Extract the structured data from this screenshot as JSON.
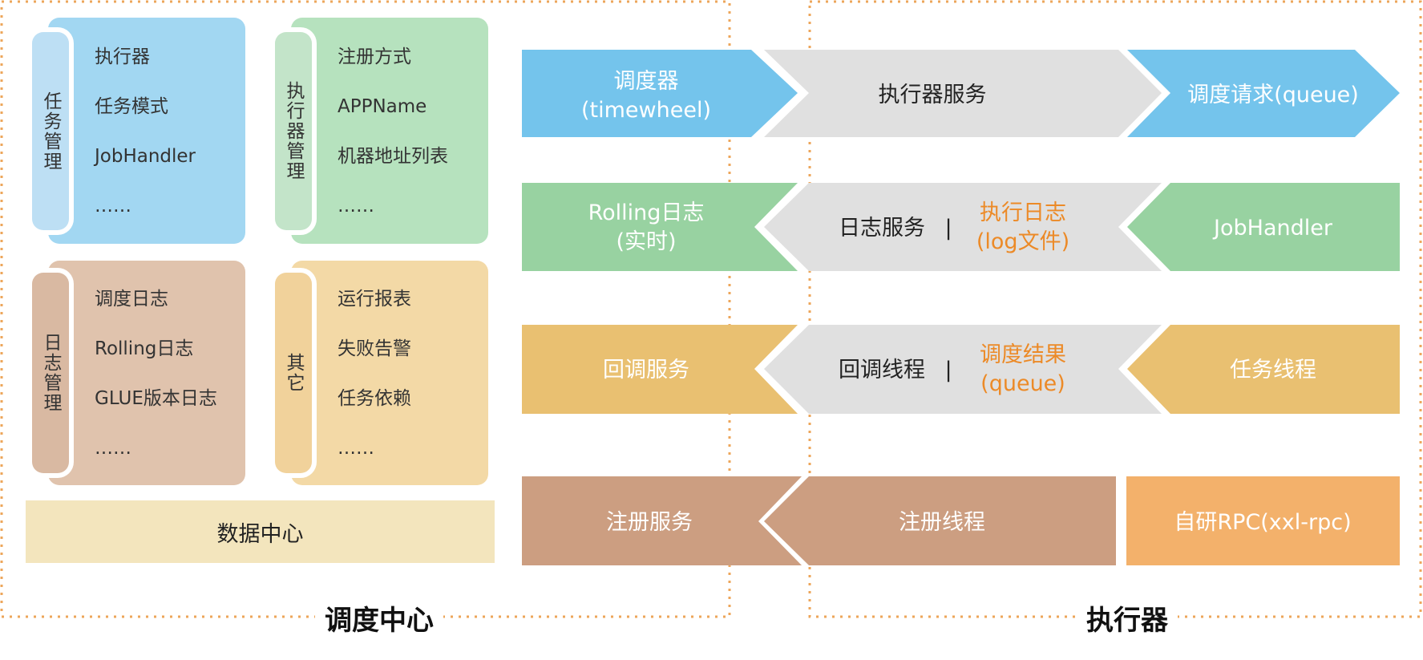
{
  "labels": {
    "scheduler_center": "调度中心",
    "executor": "执行器",
    "data_center": "数据中心"
  },
  "modules": [
    {
      "tab": "任务管理",
      "items": [
        "执行器",
        "任务模式",
        "JobHandler",
        "……"
      ],
      "card_color": "#a2d7f2",
      "tab_color": "#bddff4"
    },
    {
      "tab": "执行器管理",
      "items": [
        "注册方式",
        "APPName",
        "机器地址列表",
        "……"
      ],
      "card_color": "#b6e2be",
      "tab_color": "#c3e4c9"
    },
    {
      "tab": "日志管理",
      "items": [
        "调度日志",
        "Rolling日志",
        "GLUE版本日志",
        "……"
      ],
      "card_color": "#e0c3ad",
      "tab_color": "#d9b9a2"
    },
    {
      "tab": "其它",
      "items": [
        "运行报表",
        "失败告警",
        "任务依赖",
        "……"
      ],
      "card_color": "#f3d9a6",
      "tab_color": "#f1d29b"
    }
  ],
  "flows": {
    "row1": {
      "left_1": "调度器",
      "left_2": "(timewheel)",
      "middle": "执行器服务",
      "right": "调度请求(queue)"
    },
    "row2": {
      "left_1": "Rolling日志",
      "left_2": "(实时)",
      "middle": "日志服务",
      "middle_sep": "|",
      "middle_hl_1": "执行日志",
      "middle_hl_2": "(log文件)",
      "right": "JobHandler"
    },
    "row3": {
      "left": "回调服务",
      "middle": "回调线程",
      "middle_sep": "|",
      "middle_hl_1": "调度结果",
      "middle_hl_2": "(queue)",
      "right": "任务线程"
    },
    "row4": {
      "left": "注册服务",
      "middle": "注册线程",
      "right": "自研RPC(xxl-rpc)"
    }
  },
  "colors": {
    "blue": "#74c4ec",
    "green": "#98d2a1",
    "yellow": "#e9c071",
    "brown": "#cc9e81",
    "orange": "#f3b16b",
    "gray": "#e0e0e0",
    "highlight_text": "#ec8a27",
    "dotted_border": "#eda65a"
  }
}
